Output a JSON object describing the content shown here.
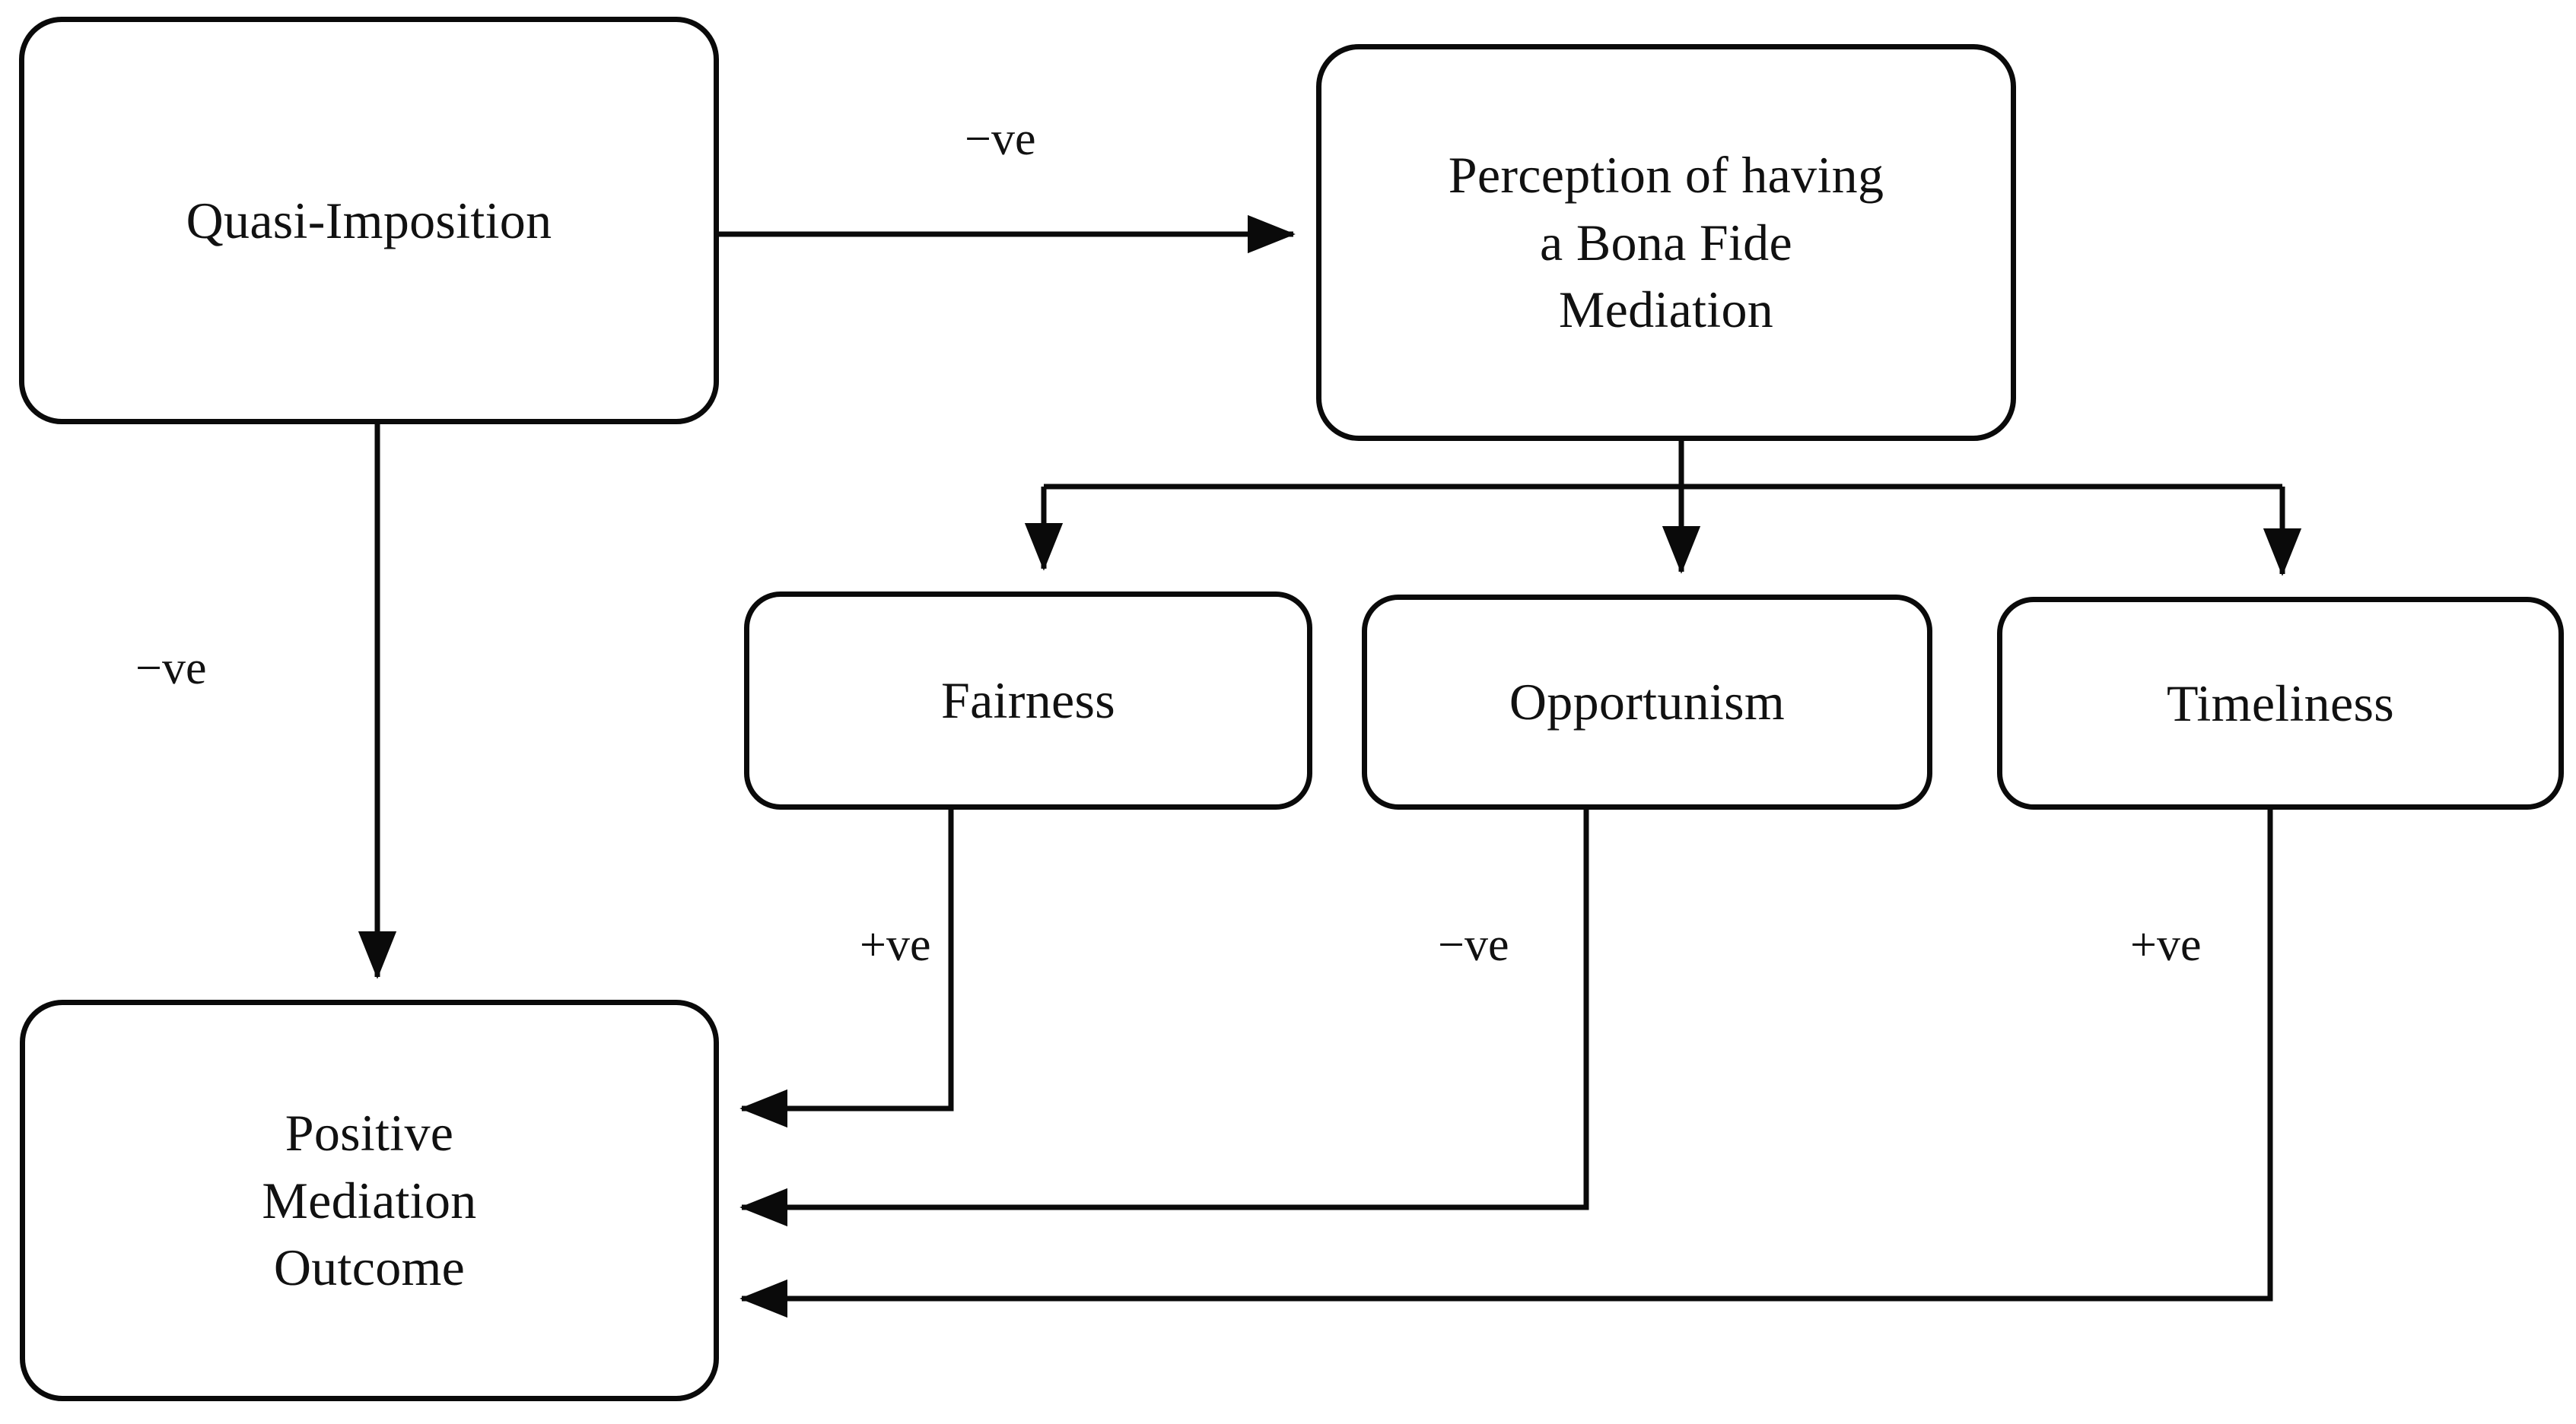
{
  "diagram": {
    "type": "flowchart",
    "title": "",
    "background_color": "#ffffff",
    "line_color": "#0a0a0a",
    "text_color": "#111111",
    "nodes": [
      {
        "id": "quasi-imposition",
        "label": "Quasi-Imposition"
      },
      {
        "id": "perception",
        "label": "Perception of having\na Bona Fide\nMediation"
      },
      {
        "id": "fairness",
        "label": "Fairness"
      },
      {
        "id": "opportunism",
        "label": "Opportunism"
      },
      {
        "id": "timeliness",
        "label": "Timeliness"
      },
      {
        "id": "positive-mediation-outcome",
        "label": "Positive\nMediation\nOutcome"
      }
    ],
    "edges": [
      {
        "id": "quasi-to-perception",
        "from": "quasi-imposition",
        "to": "perception",
        "label": "−ve"
      },
      {
        "id": "quasi-to-outcome",
        "from": "quasi-imposition",
        "to": "positive-mediation-outcome",
        "label": "−ve"
      },
      {
        "id": "perception-to-fairness",
        "from": "perception",
        "to": "fairness",
        "label": ""
      },
      {
        "id": "perception-to-opportunism",
        "from": "perception",
        "to": "opportunism",
        "label": ""
      },
      {
        "id": "perception-to-timeliness",
        "from": "perception",
        "to": "timeliness",
        "label": ""
      },
      {
        "id": "fairness-to-outcome",
        "from": "fairness",
        "to": "positive-mediation-outcome",
        "label": "+ve"
      },
      {
        "id": "opportunism-to-outcome",
        "from": "opportunism",
        "to": "positive-mediation-outcome",
        "label": "−ve"
      },
      {
        "id": "timeliness-to-outcome",
        "from": "timeliness",
        "to": "positive-mediation-outcome",
        "label": "+ve"
      }
    ],
    "labels": {
      "quasi_to_perception": "−ve",
      "quasi_to_outcome": "−ve",
      "fairness_to_outcome": "+ve",
      "opportunism_to_outcome": "−ve",
      "timeliness_to_outcome": "+ve"
    }
  }
}
